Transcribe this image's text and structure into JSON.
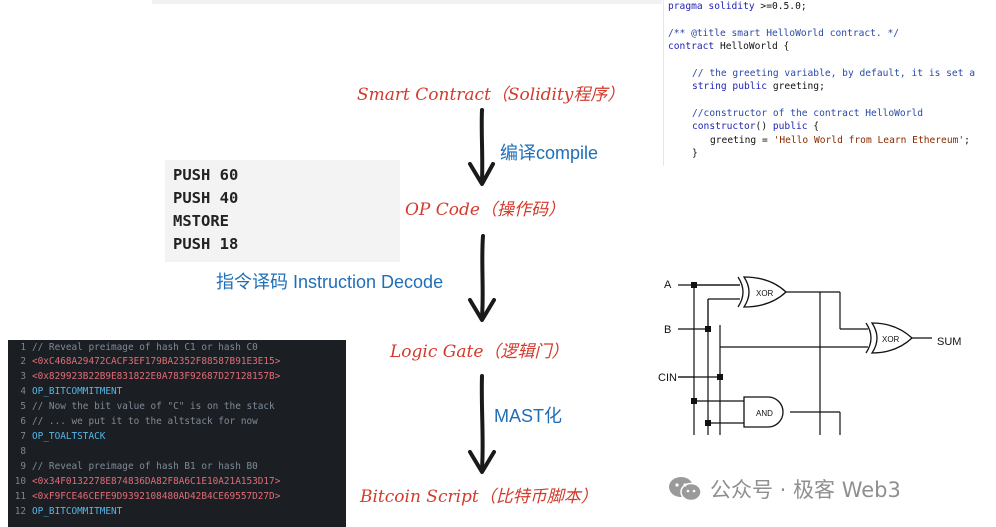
{
  "stages": {
    "smart_contract": "Smart Contract（Solidity程序）",
    "op_code": "OP Code（操作码）",
    "logic_gate": "Logic Gate（逻辑门）",
    "bitcoin_script": "Bitcoin Script（比特币脚本）"
  },
  "transforms": {
    "compile": "编译compile",
    "decode": "指令译码 Instruction Decode",
    "mast": "MAST化"
  },
  "solidity_code": {
    "l1_a": "pragma solidity ",
    "l1_b": ">=0.5.0;",
    "l2": "/** @title smart HelloWorld contract. */",
    "l3_kw": "contract",
    "l3_rest": " HelloWorld {",
    "l4": "// the greeting variable, by default, it is set a",
    "l5_kw": "string public",
    "l5_rest": " greeting;",
    "l6": "//constructor of the contract HelloWorld",
    "l7_kw": "constructor",
    "l7_mid": "() ",
    "l7_kw2": "public",
    "l7_rest": " {",
    "l8_a": "greeting = ",
    "l8_str": "'Hello World from Learn Ethereum'",
    "l8_b": ";",
    "l9": "}"
  },
  "opcodes": [
    "PUSH 60",
    "PUSH 40",
    "MSTORE",
    "PUSH 18"
  ],
  "circuit": {
    "input_a": "A",
    "input_b": "B",
    "input_cin": "CIN",
    "gate_xor1": "XOR",
    "gate_xor2": "XOR",
    "gate_and": "AND",
    "output_sum": "SUM"
  },
  "bitcoin_script": [
    {
      "n": "1",
      "text": "// Reveal preimage of hash C1 or hash C0",
      "kind": "comment"
    },
    {
      "n": "2",
      "text": "<0xC468A29472CACF3EF179BA2352F88587B91E3E15>",
      "kind": "hex"
    },
    {
      "n": "3",
      "text": "<0x829923B22B9E831822E0A783F92687D27128157B>",
      "kind": "hex"
    },
    {
      "n": "4",
      "text": "OP_BITCOMMITMENT",
      "kind": "op"
    },
    {
      "n": "5",
      "text": "// Now the bit value of \"C\" is on the stack",
      "kind": "comment"
    },
    {
      "n": "6",
      "text": "// ... we put it to the altstack for now",
      "kind": "comment"
    },
    {
      "n": "7",
      "text": "OP_TOALTSTACK",
      "kind": "op"
    },
    {
      "n": "8",
      "text": "",
      "kind": "comment"
    },
    {
      "n": "9",
      "text": "// Reveal preimage of hash B1 or hash B0",
      "kind": "comment"
    },
    {
      "n": "10",
      "text": "<0x34F0132278E874836DA82F8A6C1E10A21A153D17>",
      "kind": "hex"
    },
    {
      "n": "11",
      "text": "<0xF9FCE46CEFE9D9392108480AD42B4CE69557D27D>",
      "kind": "hex"
    },
    {
      "n": "12",
      "text": "OP_BITCOMMITMENT",
      "kind": "op"
    }
  ],
  "watermark": "公众号 · 极客 Web3",
  "colors": {
    "stage_red": "#d33a2c",
    "transform_blue": "#1f6fb8",
    "arrow": "#1a1a1a",
    "script_bg": "#1b1f24"
  }
}
